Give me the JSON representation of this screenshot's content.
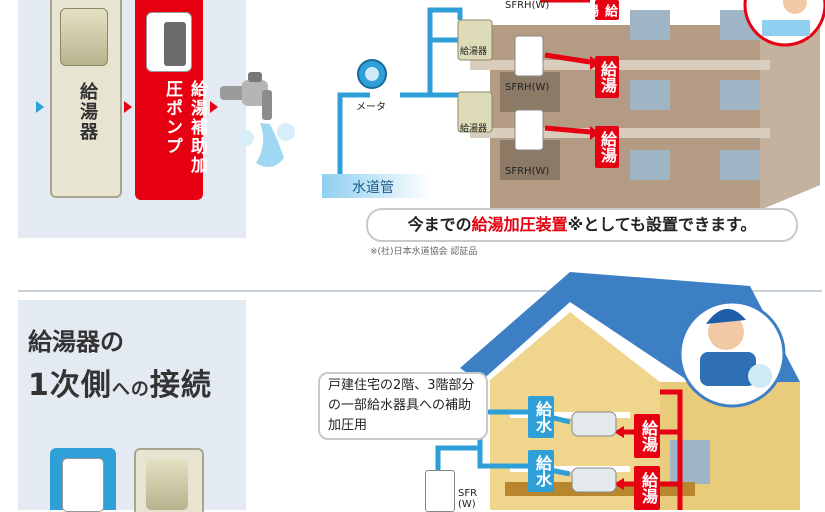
{
  "top": {
    "flow_heater_label": "給湯器",
    "flow_pump_label": "給湯補助加圧ポンプ",
    "meter_label": "メータ",
    "water_pipe_label": "水道管",
    "sfrh_labels": [
      "SFRH(W)",
      "SFRH(W)",
      "SFRH(W)"
    ],
    "heater_unit_labels": [
      "給湯器",
      "給湯器"
    ],
    "hot_water_tags": [
      "給湯",
      "給湯",
      "給湯"
    ],
    "note_before": "今までの",
    "note_highlight": "給湯加圧装置",
    "note_after": "※としても設置できます。",
    "footnote": "※(社)日本水道協会 認証品"
  },
  "bottom": {
    "heading_line1": "給湯器の",
    "heading_line2_a": "1次側",
    "heading_line2_small": "への",
    "heading_line2_b": "接続",
    "house_note": "戸建住宅の2階、3階部分の一部給水器具への補助加圧用",
    "supply_tags": [
      "給水",
      "給水"
    ],
    "hot_tags": [
      "給湯",
      "給湯"
    ],
    "sfr_label": "SFR (W)"
  },
  "colors": {
    "red": "#e60012",
    "blue": "#2f9fd8",
    "panel": "#e3eaf1",
    "building": "#b49c84"
  }
}
